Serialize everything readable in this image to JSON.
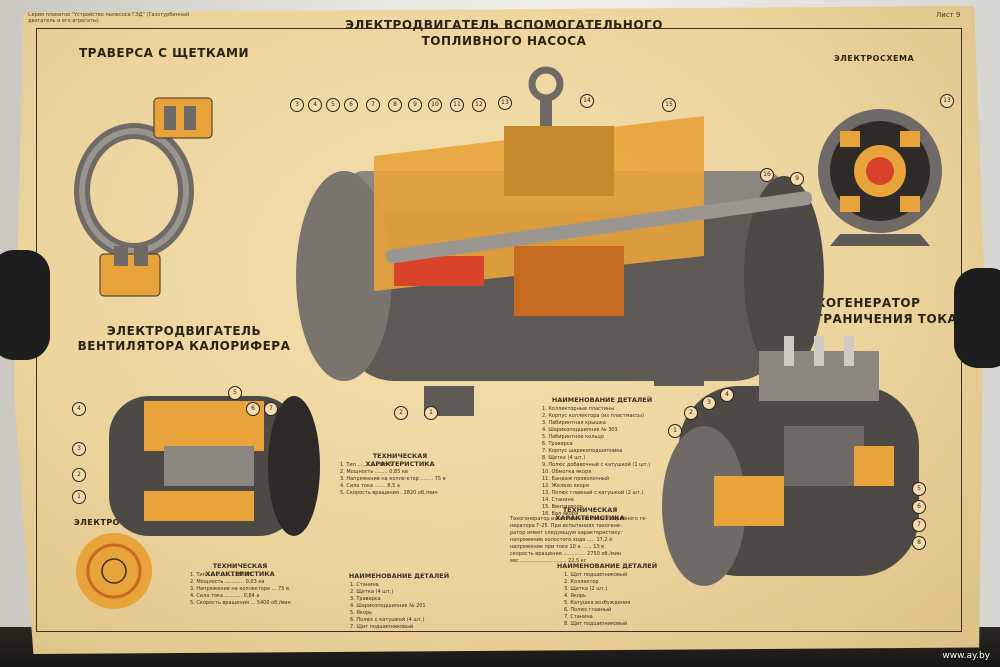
{
  "poster": {
    "series_header": "Серия плакатов \"Устройство пылесоса ГЭД\" (Газотурбинный двигатель и его агрегаты)",
    "sheet": "Лист 9",
    "main_title_line1": "ЭЛЕКТРОДВИГАТЕЛЬ ВСПОМОГАТЕЛЬНОГО",
    "main_title_line2": "ТОПЛИВНОГО НАСОСА",
    "traverse_title": "ТРАВЕРСА С ЩЕТКАМИ",
    "schematic_title_right": "ЭЛЕКТРОСХЕМА",
    "fan_motor_title_line1": "ЭЛЕКТРОДВИГАТЕЛЬ",
    "fan_motor_title_line2": "ВЕНТИЛЯТОРА КАЛОРИФЕРА",
    "schematic_title_left": "ЭЛЕКТРОСХЕМА",
    "tachogen_title_line1": "ТАХОГЕНЕРАТОР",
    "tachogen_title_line2": "УЗЛА ОГРАНИЧЕНИЯ ТОКА"
  },
  "callouts_main": [
    "3",
    "4",
    "5",
    "6",
    "7",
    "8",
    "9",
    "10",
    "11",
    "12",
    "13",
    "14",
    "15",
    "16",
    "2",
    "1"
  ],
  "callouts_right_schematic": [
    "13",
    "9"
  ],
  "callouts_fan_motor": [
    "4",
    "3",
    "2",
    "1",
    "5",
    "6",
    "7"
  ],
  "callouts_tachogen": [
    "1",
    "2",
    "3",
    "4",
    "5",
    "6",
    "7",
    "8"
  ],
  "parts_main": {
    "title": "НАИМЕНОВАНИЕ ДЕТАЛЕЙ",
    "items": [
      "1. Коллекторные пластины",
      "2. Корпус коллектора (из пластмассы)",
      "3. Лабиринтная крышка",
      "4. Шарикоподшипник № 303",
      "5. Лабиринтное кольцо",
      "6. Траверса",
      "7. Корпус шарикоподшипника",
      "8. Щетка (4 шт.)",
      "9. Полюс добавочный с катушкой (1 шт.)",
      "10. Обмотка якоря",
      "11. Бандаж проволочный",
      "12. Железо якоря",
      "13. Полюс главный с катушкой (2 шт.)",
      "14. Станина",
      "15. Вентилятор",
      "16. Вал якоря"
    ]
  },
  "specs_main": {
    "title": "ТЕХНИЧЕСКАЯ ХАРАКТЕРИСТИКА",
    "items": [
      "1. Тип ............. ПН-5",
      "2. Мощность ........ 0,85 кв",
      "3. Напряжение на колле-ктор ........ 75 в",
      "4. Сила тока ....... 8,5 а",
      "5. Скорость вращения . 2820 об./мин"
    ]
  },
  "specs_tachogen": {
    "title": "ТЕХНИЧЕСКАЯ ХАРАКТЕРИСТИКА",
    "items": [
      "Тахогенератор изготовлен на основе серийного ге-",
      "нератора Г-25. При испытаниях тахогене-",
      "ратор имеет следующую характеристику:",
      "напряжение холостого хода ..... 17,2 в",
      "напряжение при токе 10 а ...... 13 в",
      "скорость вращения .............. 2750 об./мин",
      "вес ............................. 22,5 кг"
    ]
  },
  "specs_fan": {
    "title": "ТЕХНИЧЕСКАЯ ХАРАКТЕРИСТИКА",
    "items": [
      "1. Тип ................. МВ-75",
      "2. Мощность ............ 0,03 кв",
      "3. Напряжение на коллекторе ... 75 в",
      "4. Сила тока ........... 0,84 а",
      "5. Скорость вращения ... 5400 об./мин"
    ]
  },
  "parts_fan": {
    "title": "НАИМЕНОВАНИЕ ДЕТАЛЕЙ",
    "items": [
      "1. Станина",
      "2. Щетка (4 шт.)",
      "3. Траверса",
      "4. Шарикоподшипник № 201",
      "5. Якорь",
      "6. Полюс с катушкой (4 шт.)",
      "7. Щит подшипниковый"
    ]
  },
  "parts_tachogen": {
    "title": "НАИМЕНОВАНИЕ ДЕТАЛЕЙ",
    "items": [
      "1. Щит подшипниковый",
      "2. Коллектор",
      "3. Щетка (2 шт.)",
      "4. Якорь",
      "5. Катушка возбуждения",
      "6. Полюс главный",
      "7. Станина",
      "8. Щит подшипниковый"
    ]
  },
  "watermark": "www.ay.by",
  "colors": {
    "paper": "#ecd49d",
    "orange": "#e8a33a",
    "red": "#d9432a",
    "steel": "#6f6a66",
    "ink": "#2a2216"
  }
}
